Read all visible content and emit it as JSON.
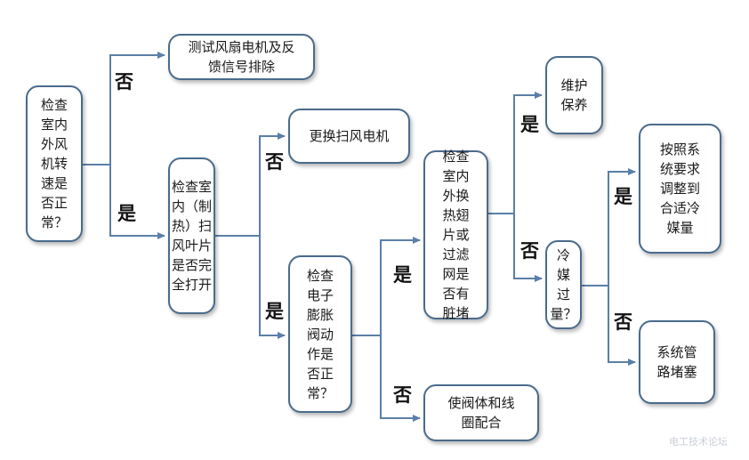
{
  "nodes": {
    "check_fan_speed": "检查\n室内\n外风\n机转\n速是\n否正\n常？",
    "test_fan_motor": "测试风扇电机及反\n馈信号排除",
    "check_louver": "检查室\n内（制\n热）扫\n风叶片\n是否完\n全打开",
    "replace_swing_motor": "更换扫风电机",
    "check_expansion_valve": "检查\n电子\n膨胀\n阀动\n作是\n否正\n常？",
    "match_valve_coil": "使阀体和线\n圈配合",
    "check_fins_filter": "检查\n室内\n外换\n热翅\n片或\n过滤\n网是\n否有\n脏堵",
    "maintenance": "维护\n保养",
    "refrigerant_excess": "冷\n媒\n过\n量？",
    "adjust_refrigerant": "按照系\n统要求\n调整到\n合适冷\n媒量",
    "pipe_blockage": "系统管\n路堵塞"
  },
  "labels": {
    "no_1": "否",
    "yes_1": "是",
    "no_2": "否",
    "yes_2": "是",
    "yes_3": "是",
    "no_3": "否",
    "yes_4": "是",
    "no_4": "否",
    "yes_5": "是",
    "no_5": "否"
  },
  "watermark": "电工技术论坛",
  "colors": {
    "connector": "#5b7fa8",
    "box_border": "#4a6b8c"
  }
}
